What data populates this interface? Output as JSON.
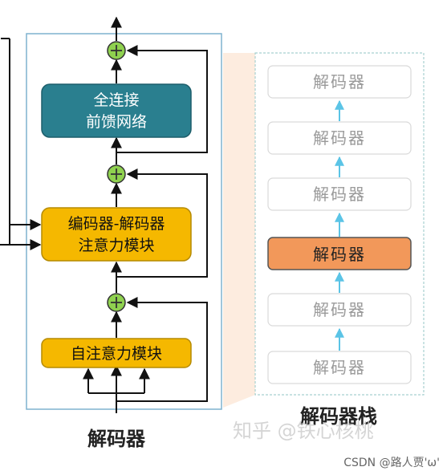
{
  "left_panel": {
    "ffn_line1": "全连接",
    "ffn_line2": "前馈网络",
    "cross_attn_line1": "编码器-解码器",
    "cross_attn_line2": "注意力模块",
    "self_attn": "自注意力模块",
    "add_symbol": "+",
    "caption": "解码器"
  },
  "right_panel": {
    "blocks": [
      "解码器",
      "解码器",
      "解码器",
      "解码器",
      "解码器",
      "解码器"
    ],
    "highlighted_index": 3,
    "caption": "解码器栈"
  },
  "watermark": {
    "zhihu": "知乎 @铁心核桃",
    "csdn": "CSDN @路人贾'ω'"
  },
  "colors": {
    "ffn_fill": "#2a7f8f",
    "attn_fill": "#f5b800",
    "add_fill": "#8fd14f",
    "highlight_fill": "#f2985a",
    "panel_border": "#7fb2cf",
    "arrow_up": "#5bc4e6",
    "fan": "#fbdcc4"
  }
}
